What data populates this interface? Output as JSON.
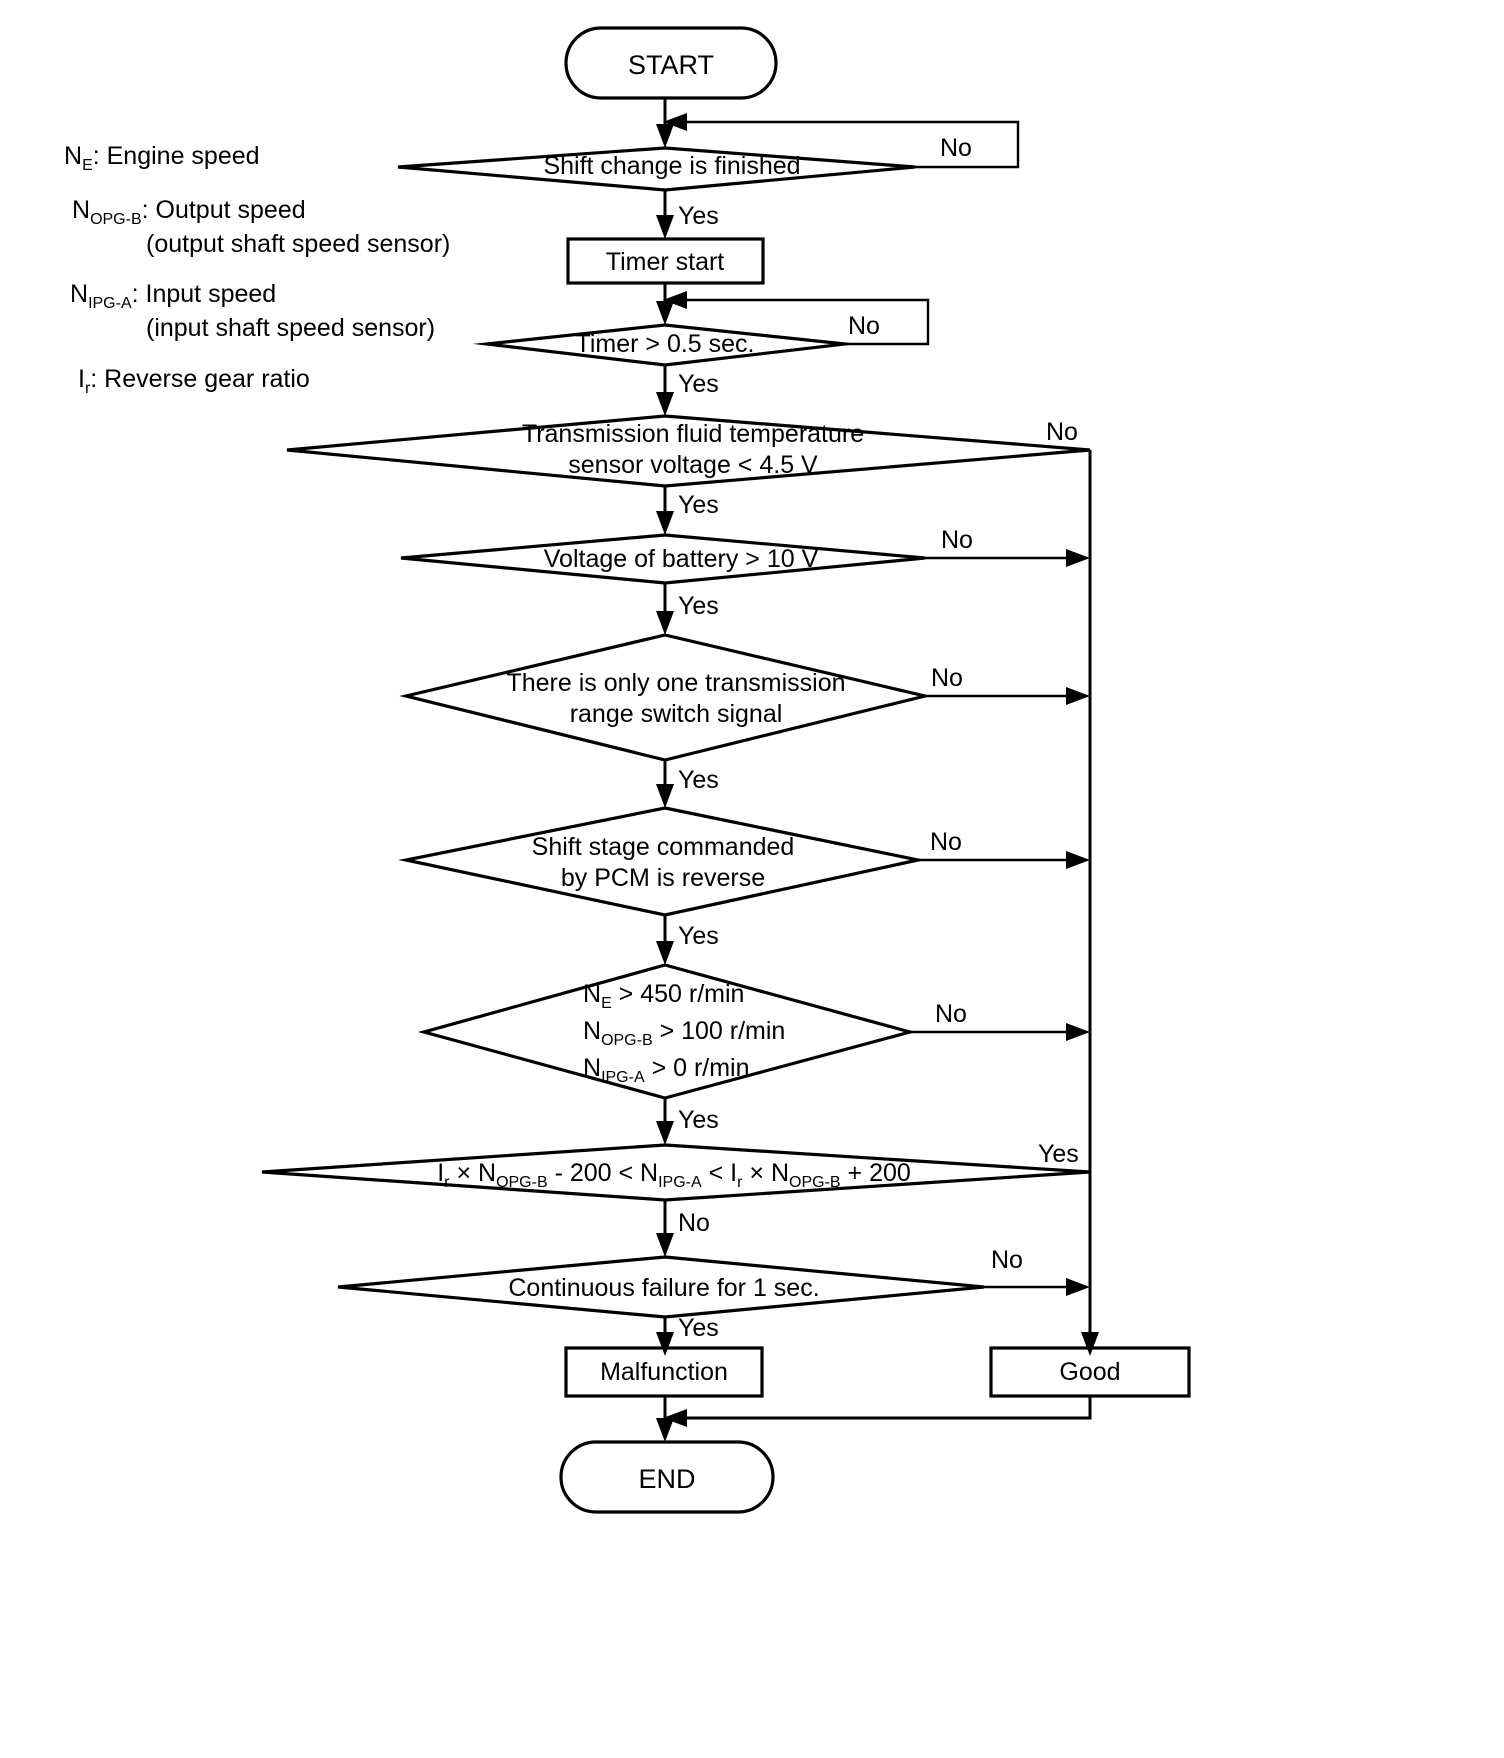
{
  "diagram": {
    "title": "Reverse gear ratio malfunction detection flowchart",
    "legend": [
      {
        "symbol": "N",
        "subscript": "E",
        "definition": ": Engine speed",
        "detail": ""
      },
      {
        "symbol": "N",
        "subscript": "OPG-B",
        "definition": ": Output speed",
        "detail": "(output shaft speed sensor)"
      },
      {
        "symbol": "N",
        "subscript": "IPG-A",
        "definition": ": Input speed",
        "detail": "(input shaft speed sensor)"
      },
      {
        "symbol": "I",
        "subscript": "r",
        "definition": ": Reverse gear ratio",
        "detail": ""
      }
    ],
    "terminals": {
      "start": "START",
      "end": "END"
    },
    "processes": {
      "timer_start": "Timer start",
      "malfunction": "Malfunction",
      "good": "Good"
    },
    "decisions": [
      {
        "id": "shift-change",
        "line1": "Shift change is finished",
        "line2": "",
        "line3": "",
        "yes": "Yes",
        "no": "No"
      },
      {
        "id": "timer-half-sec",
        "line1": "Timer > 0.5 sec.",
        "line2": "",
        "line3": "",
        "yes": "Yes",
        "no": "No"
      },
      {
        "id": "fluid-temp-voltage",
        "line1": "Transmission fluid temperature",
        "line2": "sensor voltage < 4.5 V",
        "line3": "",
        "yes": "Yes",
        "no": "No"
      },
      {
        "id": "battery-voltage",
        "line1": "Voltage of battery > 10 V",
        "line2": "",
        "line3": "",
        "yes": "Yes",
        "no": "No"
      },
      {
        "id": "range-switch-signal",
        "line1": "There is only one transmission",
        "line2": "range switch signal",
        "line3": "",
        "yes": "Yes",
        "no": "No"
      },
      {
        "id": "shift-stage-reverse",
        "line1": "Shift stage commanded",
        "line2": "by PCM is reverse",
        "line3": "",
        "yes": "Yes",
        "no": "No"
      },
      {
        "id": "speed-thresholds",
        "line1": "NE > 450 r/min",
        "line2": "NOPG-B > 100 r/min",
        "line3": "NIPG-A > 0 r/min",
        "yes": "Yes",
        "no": "No"
      },
      {
        "id": "gear-ratio-window",
        "line1": "Ir x NOPG-B - 200 < NIPG-A < Ir x NOPG-B + 200",
        "line2": "",
        "line3": "",
        "yes": "Yes",
        "no": "No"
      },
      {
        "id": "continuous-failure",
        "line1": "Continuous failure for 1 sec.",
        "line2": "",
        "line3": "",
        "yes": "Yes",
        "no": "No"
      }
    ],
    "speed_rows": [
      {
        "sym": "N",
        "sub": "E",
        "rest": " > 450 r/min"
      },
      {
        "sym": "N",
        "sub": "OPG-B",
        "rest": " > 100 r/min"
      },
      {
        "sym": "N",
        "sub": "IPG-A",
        "rest": " > 0 r/min"
      }
    ],
    "ratio_expression": {
      "p1_sym": "I",
      "p1_sub": "r",
      "p1_op": " × ",
      "p2_sym": "N",
      "p2_sub": "OPG-B",
      "p2_op": " - 200 < ",
      "p3_sym": "N",
      "p3_sub": "IPG-A",
      "p3_op": " < ",
      "p4_sym": "I",
      "p4_sub": "r",
      "p4_op": " × ",
      "p5_sym": "N",
      "p5_sub": "OPG-B",
      "p5_op": " + 200"
    },
    "colors": {
      "line": "#000000",
      "background": "#ffffff",
      "text": "#000000"
    }
  }
}
